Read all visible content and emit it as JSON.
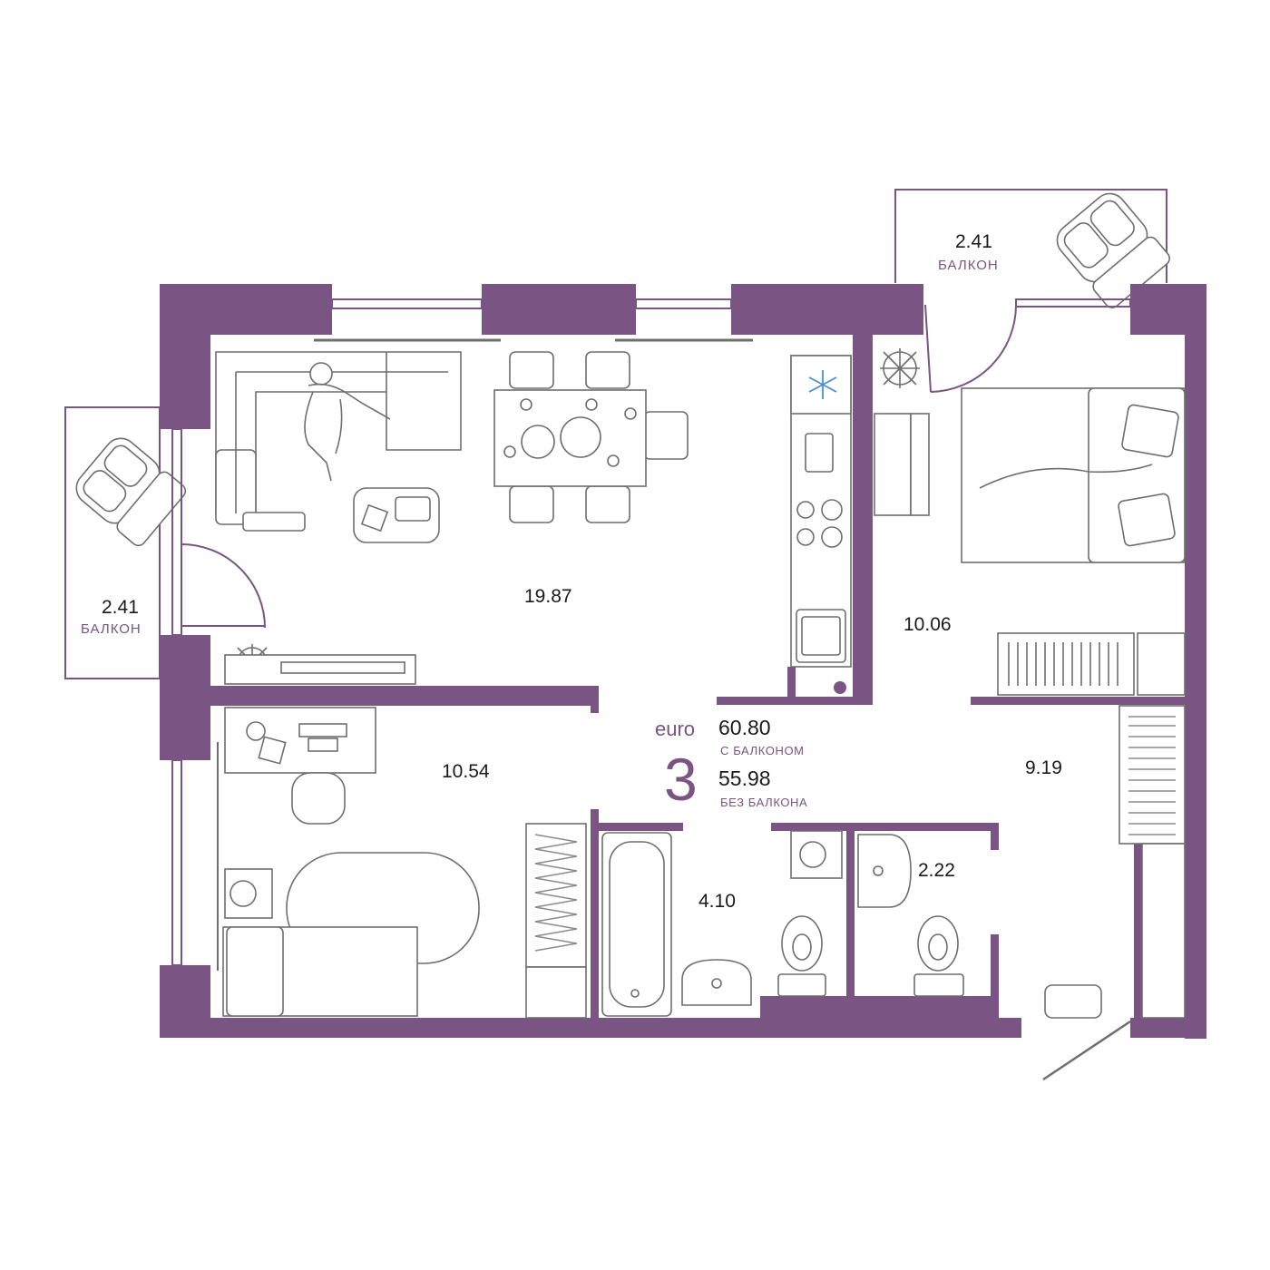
{
  "colors": {
    "wall": "#7a5482",
    "text": "#1a1a1a",
    "furniture": "#6e6e6e",
    "background": "#ffffff"
  },
  "summary": {
    "prefix": "euro",
    "rooms_count": "3",
    "area_with_balcony": "60.80",
    "with_balcony_label": "С БАЛКОНОМ",
    "area_without_balcony": "55.98",
    "without_balcony_label": "БЕЗ БАЛКОНА"
  },
  "rooms": {
    "living_kitchen": "19.87",
    "bedroom_right": "10.06",
    "bedroom_left": "10.54",
    "hall": "9.19",
    "bathroom": "4.10",
    "toilet": "2.22"
  },
  "balconies": {
    "left": {
      "area": "2.41",
      "label": "БАЛКОН"
    },
    "top": {
      "area": "2.41",
      "label": "БАЛКОН"
    }
  },
  "icons": [
    "armchair-icon",
    "sofa-icon",
    "person-icon",
    "dining-table-icon",
    "chair-icon",
    "fridge-snowflake-icon",
    "stove-icon",
    "sink-icon",
    "plant-icon",
    "tv-icon",
    "desk-icon",
    "bed-icon",
    "radiator-icon",
    "bathtub-icon",
    "toilet-icon",
    "washing-machine-icon",
    "wardrobe-icon",
    "door-icon"
  ]
}
